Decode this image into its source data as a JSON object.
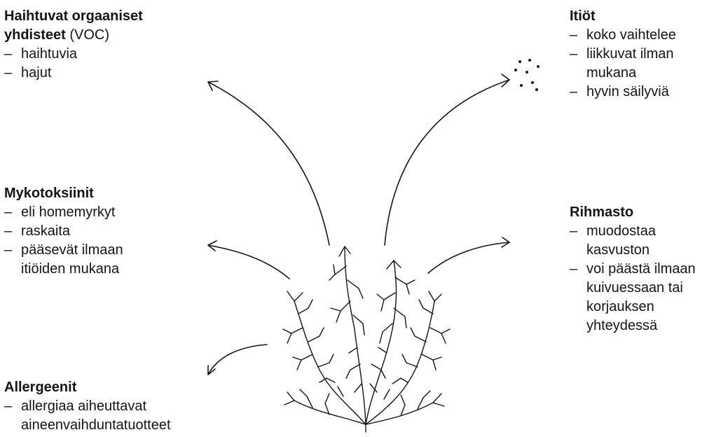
{
  "colors": {
    "ink": "#151515",
    "background": "#ffffff"
  },
  "voc": {
    "title_bold": "Haihtuvat orgaaniset",
    "title_bold_2": "yhdisteet",
    "title_suffix": " (VOC)",
    "items": [
      "haihtuvia",
      "hajut"
    ]
  },
  "itiot": {
    "title": "Itiöt",
    "item1": "koko vaihtelee",
    "item2_lines": [
      "liikkuvat ilman",
      "mukana"
    ],
    "item3": "hyvin säilyviä"
  },
  "mykotoksiinit": {
    "title": "Mykotoksiinit",
    "item1": "eli homemyrkyt",
    "item2": "raskaita",
    "item3_lines": [
      "pääsevät ilmaan",
      "itiöiden mukana"
    ]
  },
  "rihmasto": {
    "title": "Rihmasto",
    "item1_lines": [
      "muodostaa",
      "kasvuston"
    ],
    "item2_lines": [
      "voi päästä ilmaan",
      "kuivuessaan tai",
      "korjauksen",
      "yhteydessä"
    ]
  },
  "allergeenit": {
    "title": "Allergeenit",
    "item1_lines": [
      "allergiaa aiheuttavat",
      "aineenvaihduntatuotteet"
    ]
  },
  "icons": {
    "spores": "spore-dots-icon",
    "mycelium": "mycelium-branches-icon",
    "arrows": "curved-arrow-icon"
  }
}
